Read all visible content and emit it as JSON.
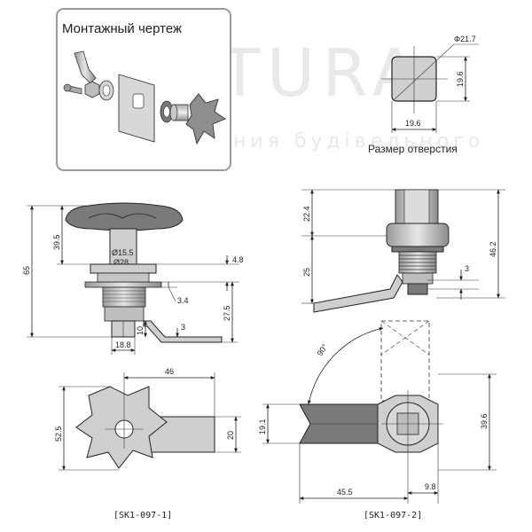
{
  "inset": {
    "title": "Монтажный чертеж"
  },
  "watermark": {
    "brand": "OFFTURA",
    "tagline": "обрудования будівельного"
  },
  "hole": {
    "caption": "Размер отверстия",
    "dia": "Φ21.7",
    "height": "19.6",
    "width": "19.6"
  },
  "side_view_1": {
    "overall_height": "65",
    "knob_height": "39.5",
    "dia_outer_small": "Ø15.5",
    "dia_outer_big": "Ø28",
    "washer": "4.8",
    "flange": "3.4",
    "lower_height": "27.5",
    "bolt_offset": "10",
    "cam_thick": "3",
    "base_width": "18.8"
  },
  "side_view_2": {
    "top_height": "22.4",
    "total_height": "46.2",
    "lower_height": "25",
    "cam_thick": "3"
  },
  "top_view_1": {
    "width": "46",
    "height": "52.5",
    "cam_width": "20",
    "label": "[SK1-097-1]"
  },
  "top_view_2": {
    "angle": "90°",
    "cam_height": "19.1",
    "right_height": "39.6",
    "total_width": "45.5",
    "offset": "9.8",
    "label": "[SK1-097-2]"
  }
}
